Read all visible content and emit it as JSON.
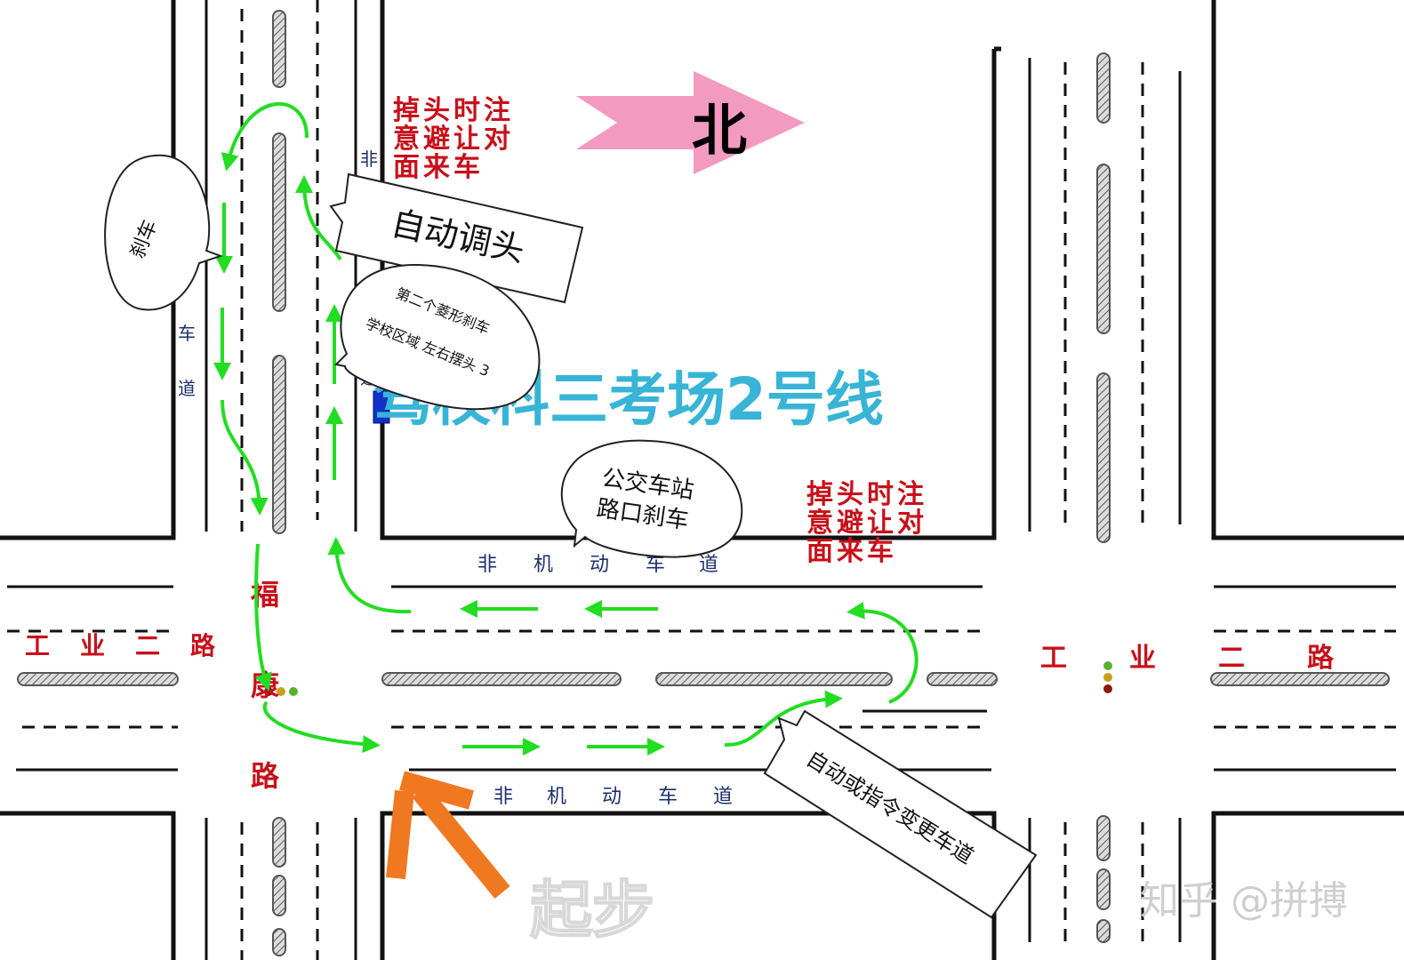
{
  "title": "驾校科三考场2号线",
  "north": "北",
  "start": "起步",
  "watermark": "知乎 @拼搏",
  "roads": {
    "industrial": "工业二路",
    "fukang": "福康路",
    "bike_lane_chars": [
      "非",
      "机",
      "动",
      "车",
      "道"
    ]
  },
  "notes": {
    "uturn_warning": [
      "掉头时注",
      "意避让对",
      "面来车"
    ]
  },
  "bubbles": {
    "brake": "刹车",
    "auto_uturn": "自动调头",
    "diamond": [
      "第二个菱形刹车",
      "学校区域  左右摆头  3"
    ],
    "bus": [
      "公交车站",
      "路口刹车"
    ],
    "lane_change": "自动或指令变更车道"
  },
  "colors": {
    "route": "#22dd22",
    "start_arrow": "#f07820",
    "north_arrow": "#f29ac0",
    "label_red": "#c8101a",
    "title": "#38b4d6"
  }
}
